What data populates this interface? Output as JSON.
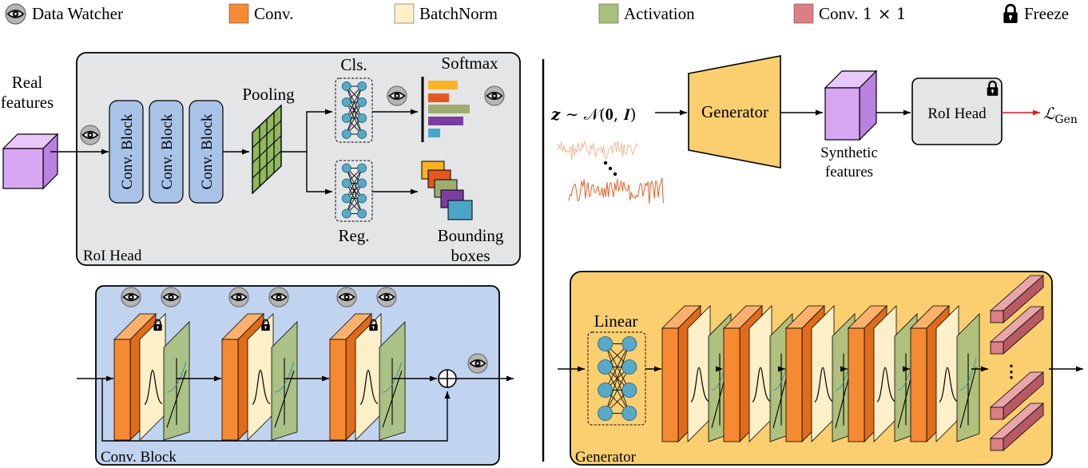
{
  "legend": {
    "data_watcher": "Data Watcher",
    "conv": "Conv.",
    "batchnorm": "BatchNorm",
    "activation": "Activation",
    "conv1x1_text": "Conv.",
    "conv1x1_math": "1 × 1",
    "freeze": "Freeze"
  },
  "roi_panel": {
    "input_label_1": "Real",
    "input_label_2": "features",
    "blocks": [
      "Conv. Block",
      "Conv. Block",
      "Conv. Block"
    ],
    "pooling": "Pooling",
    "cls": "Cls.",
    "softmax": "Softmax",
    "reg": "Reg.",
    "bbox_1": "Bounding",
    "bbox_2": "boxes",
    "panel_label": "RoI Head"
  },
  "conv_block_panel": {
    "panel_label": "Conv. Block",
    "sum_symbol": "+"
  },
  "generator_flow": {
    "z_var": "z",
    "sim": "∼",
    "normal_expr": "𝒩(𝟎, 𝑰)",
    "generator": "Generator",
    "synthetic_1": "Synthetic",
    "synthetic_2": "features",
    "roi_head": "RoI Head",
    "loss_symbol": "ℒ",
    "loss_sub": "Gen"
  },
  "generator_panel": {
    "linear": "Linear",
    "panel_label": "Generator",
    "ellipsis": "⋮"
  },
  "colors": {
    "conv": "#f68a33",
    "batchnorm": "#fdf0c8",
    "activation": "#a9c07e",
    "conv1x1": "#dc7f84",
    "conv1x1_dark": "#b85a63",
    "roi_panel_bg": "#e3e5e7",
    "conv_block_bg": "#c0d3ef",
    "generator_bg": "#fbcf6f",
    "block_blue": "#a8c2e8",
    "feature_purple": "#d7a7f4",
    "neuron": "#58a9c8",
    "noise": "#e4622a",
    "loss_arrow": "#e01b22"
  }
}
